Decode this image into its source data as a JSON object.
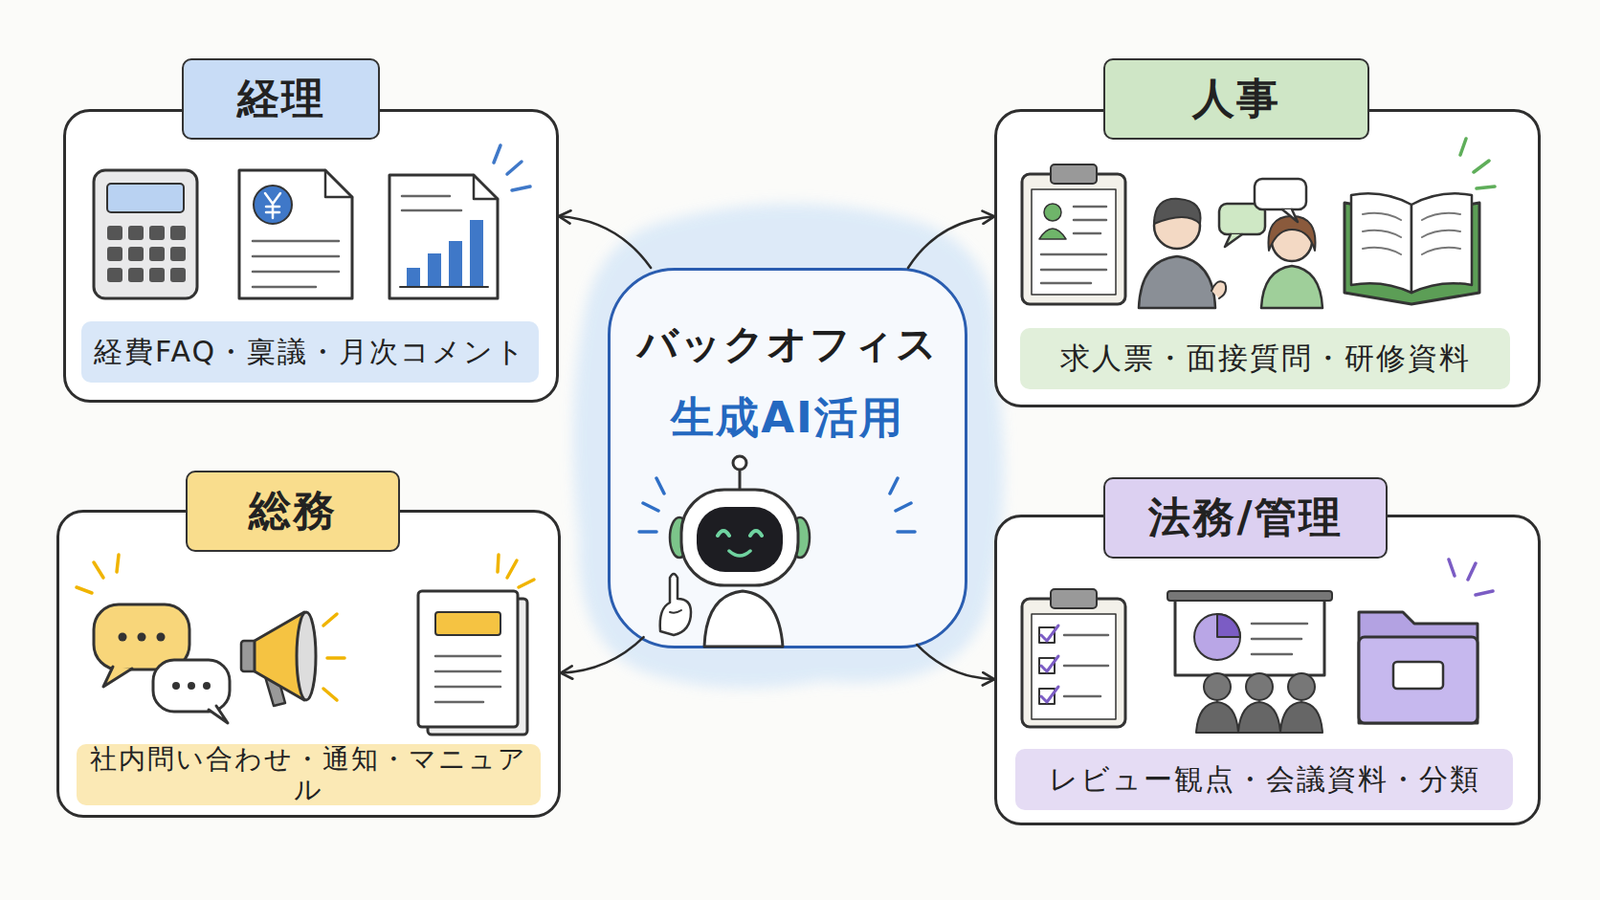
{
  "diagram": {
    "nodes": [
      {
        "text": [
          "経理",
          "経費FAQ・稟議・月次コメント"
        ]
      },
      {
        "text": [
          "人事",
          "求人票・面接質問・研修資料"
        ]
      },
      {
        "text": [
          "バックオフィス",
          "生成AI活用"
        ]
      },
      {
        "text": [
          "総務",
          "社内問い合わせ・通知・マニュアル"
        ]
      },
      {
        "text": [
          "法務/管理",
          "レビュー観点・会議資料・分類"
        ]
      }
    ],
    "edges": [
      {
        "from": 2,
        "to": 0,
        "arrow": "to"
      },
      {
        "from": 2,
        "to": 1,
        "arrow": "to"
      },
      {
        "from": 2,
        "to": 3,
        "arrow": "to"
      },
      {
        "from": 2,
        "to": 4,
        "arrow": "to"
      }
    ]
  }
}
